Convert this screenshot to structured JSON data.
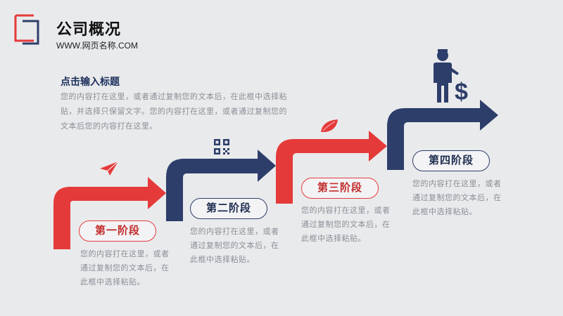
{
  "header": {
    "title": "公司概况",
    "subtitle": "WWW.网页名称.COM"
  },
  "intro": {
    "heading": "点击输入标题",
    "body": "您的内容打在这里，或者通过复制您的文本后，在此框中选择粘贴，并选择只保留文字。您的内容打在这里，或者通过复制您的文本后您的内容打在这里。"
  },
  "stages": [
    {
      "label": "第一阶段",
      "desc": "您的内容打在这里，或者通过复制您的文本后，在此框中选择粘贴。",
      "color": "#e53a3a"
    },
    {
      "label": "第二阶段",
      "desc": "您的内容打在这里，或者通过复制您的文本后，在此框中选择粘贴。",
      "color": "#2d3e6a"
    },
    {
      "label": "第三阶段",
      "desc": "您的内容打在这里，或者通过复制您的文本后，在此框中选择粘贴。",
      "color": "#e53a3a"
    },
    {
      "label": "第四阶段",
      "desc": "您的内容打在这里，或者通过复制您的文本后，在此框中选择粘贴。",
      "color": "#2d3e6a"
    }
  ],
  "icons": [
    "paper-plane-icon",
    "qr-code-icon",
    "leaf-icon",
    "businessman-dollar-icon"
  ],
  "colors": {
    "red": "#e53a3a",
    "navy": "#2d3e6a",
    "background": "#e9eaec"
  }
}
